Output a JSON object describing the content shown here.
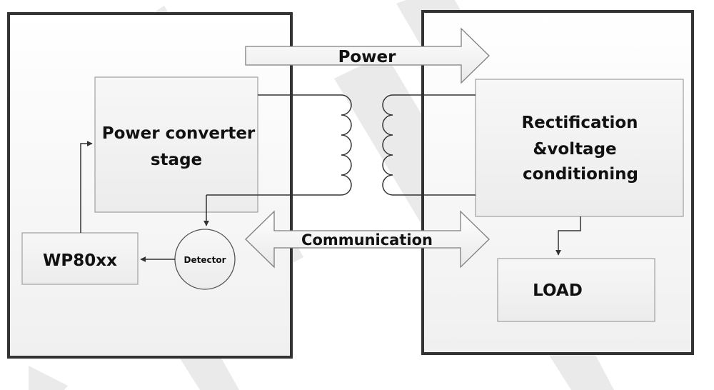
{
  "diagram": {
    "power_label": "Power",
    "communication_label": "Communication",
    "power_converter_line1": "Power converter",
    "power_converter_line2": "stage",
    "rectification_line1": "Rectification",
    "rectification_line2": "&voltage",
    "rectification_line3": "conditioning",
    "controller_label": "WP80xx",
    "detector_label": "Detector",
    "load_label": "LOAD"
  },
  "colors": {
    "panel_border": "#333333",
    "block_border": "#a6a6a6",
    "block_fill": "#f2f2f2",
    "watermark": "#e6e6e6"
  }
}
